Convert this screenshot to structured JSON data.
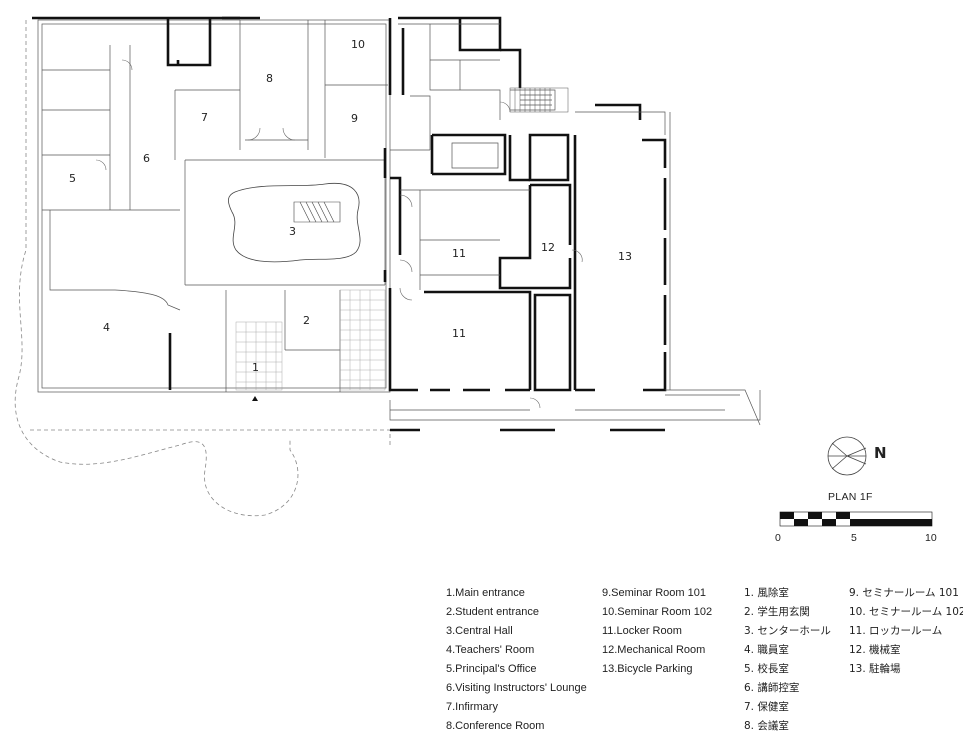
{
  "plan": {
    "title": "PLAN 1F",
    "north_label": "N",
    "scale_ticks": [
      "0",
      "5",
      "10"
    ],
    "room_numbers": [
      "1",
      "2",
      "3",
      "4",
      "5",
      "6",
      "7",
      "8",
      "9",
      "10",
      "11",
      "11",
      "12",
      "13"
    ]
  },
  "legend": {
    "en_col1": [
      "1.Main entrance",
      "2.Student entrance",
      "3.Central Hall",
      "4.Teachers' Room",
      "5.Principal's Office",
      "6.Visiting Instructors' Lounge",
      "7.Infirmary",
      "8.Conference Room"
    ],
    "en_col2": [
      "9.Seminar Room 101",
      "10.Seminar Room 102",
      "11.Locker Room",
      "12.Mechanical Room",
      "13.Bicycle Parking"
    ],
    "jp_col1": [
      "1. 風除室",
      "2. 学生用玄関",
      "3. センターホール",
      "4. 職員室",
      "5. 校長室",
      "6. 講師控室",
      "7. 保健室",
      "8. 会議室"
    ],
    "jp_col2": [
      "9. セミナールーム 101",
      "10. セミナールーム 102",
      "11. ロッカールーム",
      "12. 機械室",
      "13. 駐輪場"
    ]
  }
}
